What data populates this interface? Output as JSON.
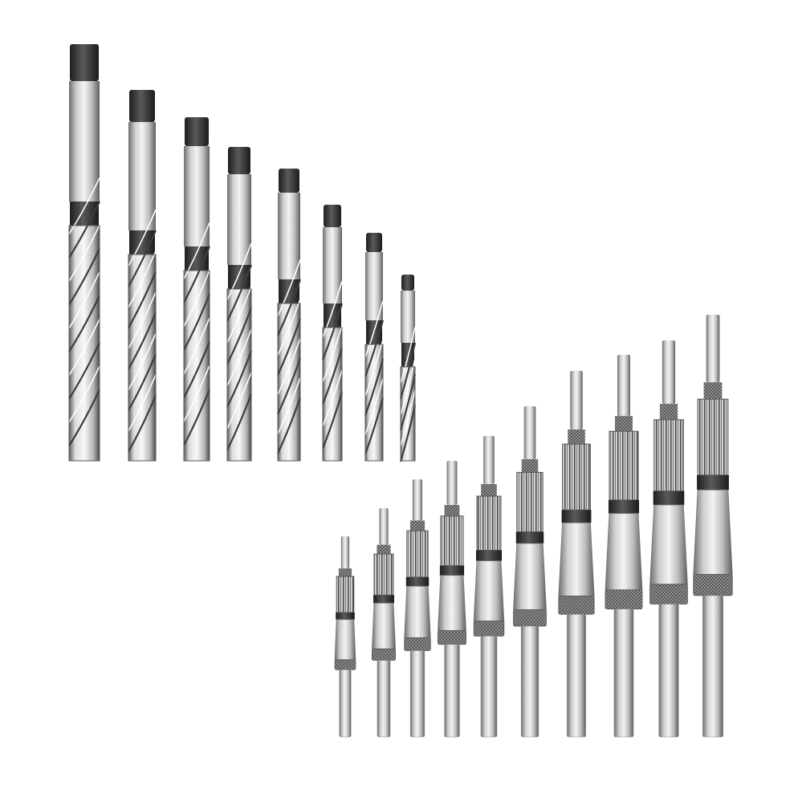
{
  "scene": {
    "background": "#ffffff",
    "groups": [
      {
        "name": "spiral-flute-hand-reamer-set",
        "count": 8,
        "colors": {
          "square": "#2b2b2b",
          "shank_light": "#eeeeee",
          "shank_dark": "#6e6e6e",
          "neck": "#1a1a1a",
          "flute_edge": "#f4f4f4"
        }
      },
      {
        "name": "adjustable-hand-reamer-set",
        "count": 10,
        "colors": {
          "steel_light": "#f0f0f0",
          "steel_dark": "#707070",
          "knurl": "#8a8a8a",
          "blade": "#555555"
        }
      }
    ]
  }
}
